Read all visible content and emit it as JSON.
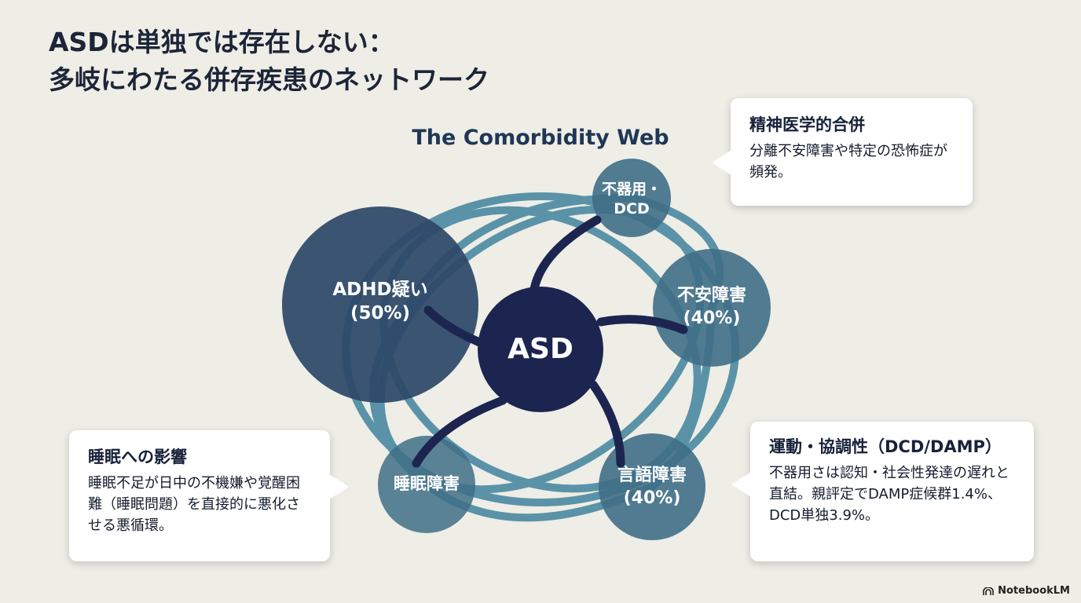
{
  "title": {
    "line1": "ASDは単独では存在しない：",
    "line2": "多岐にわたる併存疾患のネットワーク"
  },
  "subtitle": "The Comorbidity Web",
  "nodes": {
    "asd": "ASD",
    "adhd": {
      "name": "ADHD疑い",
      "pct": "(50%)"
    },
    "dcd": {
      "name": "不器用・",
      "name2": "DCD"
    },
    "anxiety": {
      "name": "不安障害",
      "pct": "(40%)"
    },
    "language": {
      "name": "言語障害",
      "pct": "(40%)"
    },
    "sleep": {
      "name": "睡眠障害"
    }
  },
  "callouts": {
    "psych": {
      "title": "精神医学的合併",
      "body": "分離不安障害や特定の恐怖症が頻発。"
    },
    "sleep": {
      "title": "睡眠への影響",
      "body": "睡眠不足が日中の不機嫌や覚醒困難（睡眠問題）を直接的に悪化させる悪循環。"
    },
    "motor": {
      "title": "運動・協調性（DCD/DAMP）",
      "body": "不器用さは認知・社会性発達の遅れと直結。親評定でDAMP症候群1.4%、DCD単独3.9%。"
    }
  },
  "branding": "NotebookLM",
  "colors": {
    "background": "#eeede6",
    "asd": "#1c2550",
    "adhd": "#2d4868",
    "teal": "#3f6e86",
    "ring": "#4a8aa2"
  }
}
